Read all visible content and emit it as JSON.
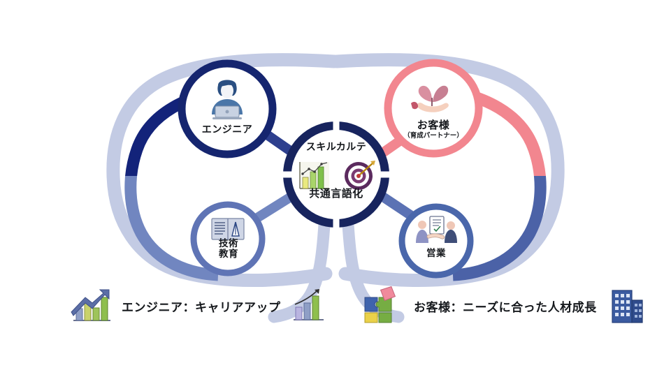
{
  "diagram": {
    "title_nodes": {
      "engineer": {
        "label": "エンジニア",
        "icon": "engineer-laptop-icon",
        "ring_color": "#15256f"
      },
      "customer": {
        "label": "お客様",
        "sublabel": "（育成パートナー）",
        "icon": "hand-sprout-icon",
        "ring_color": "#f2868f"
      },
      "tech_education": {
        "label": "技術\n教育",
        "line1": "技術",
        "line2": "教育",
        "icon": "open-book-icon",
        "ring_color": "#5f74b5"
      },
      "sales": {
        "label": "営業",
        "icon": "handshake-document-icon",
        "ring_color": "#4a67ab"
      }
    },
    "center": {
      "top_label": "スキルカルテ",
      "bottom_label": "共通言語化",
      "icons": [
        "bar-chart-growth-icon",
        "target-dart-icon"
      ],
      "ring_color": "#17245e"
    },
    "background": {
      "loop_color": "#c3cbe4",
      "arc_navy": "#13237a",
      "arc_blue": "#7186c0",
      "arc_steel": "#4b62a7",
      "arc_pink": "#f2868f"
    }
  },
  "bottom_captions": {
    "left": {
      "text": "エンジニア：キャリアアップ",
      "icon_before": "growth-chart-arrow-icon",
      "icon_after": "bar-chart-arrow-icon"
    },
    "right": {
      "text": "お客様：ニーズに合った人材成長",
      "icon_before": "puzzle-pieces-icon",
      "icon_after": "office-building-icon"
    }
  }
}
